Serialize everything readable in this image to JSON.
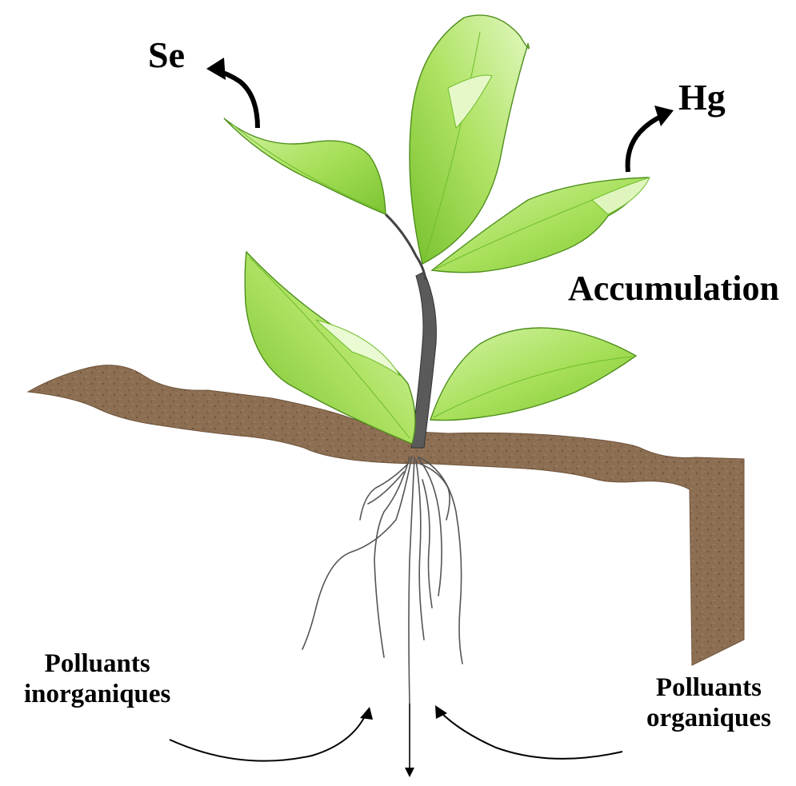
{
  "labels": {
    "se": "Se",
    "hg": "Hg",
    "accumulation": "Accumulation",
    "inorganic_line1": "Polluants",
    "inorganic_line2": "inorganiques",
    "organic_line1": "Polluants",
    "organic_line2": "organiques"
  },
  "colors": {
    "soil": "#8c6e52",
    "soil_speck": "#6d5239",
    "leaf_light": "#c9ef9a",
    "leaf_mid": "#9edb4e",
    "leaf_dark": "#6fbd2a",
    "leaf_edge": "#4f8f1c",
    "stem": "#555555",
    "root": "#555555",
    "text": "#000000"
  }
}
